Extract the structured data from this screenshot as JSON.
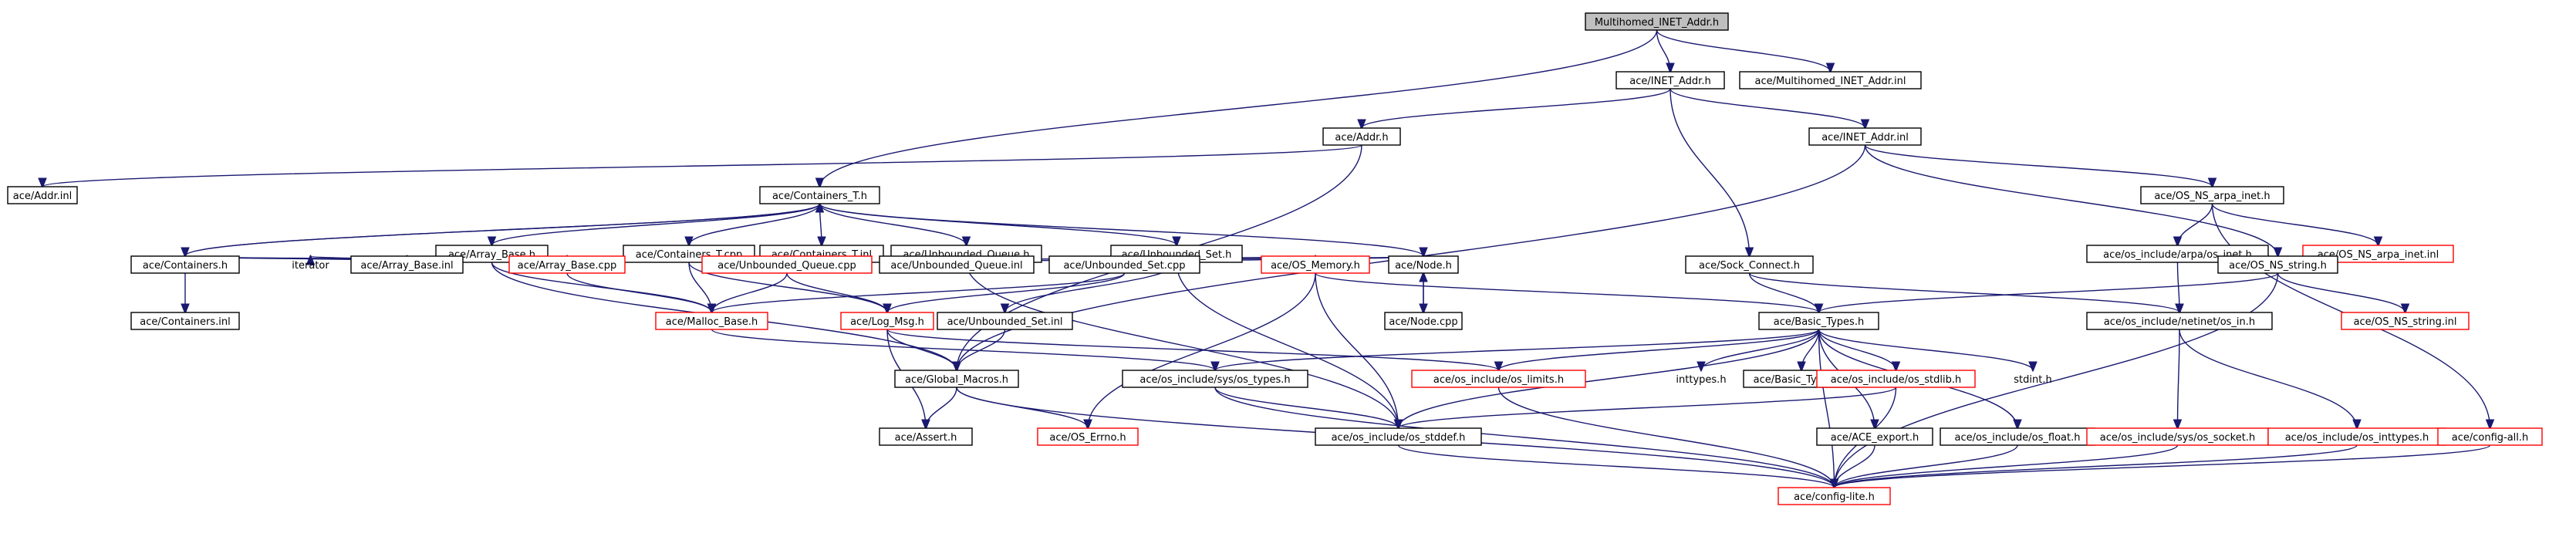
{
  "nodes": [
    {
      "id": "root",
      "label": "Multihomed_INET_Addr.h",
      "style": "root"
    },
    {
      "id": "inet_addr_h",
      "label": "ace/INET_Addr.h",
      "style": "black"
    },
    {
      "id": "multihomed_inl",
      "label": "ace/Multihomed_INET_Addr.inl",
      "style": "black"
    },
    {
      "id": "addr_h",
      "label": "ace/Addr.h",
      "style": "black"
    },
    {
      "id": "inet_addr_inl",
      "label": "ace/INET_Addr.inl",
      "style": "black"
    },
    {
      "id": "addr_inl",
      "label": "ace/Addr.inl",
      "style": "black"
    },
    {
      "id": "containers_t_h",
      "label": "ace/Containers_T.h",
      "style": "black"
    },
    {
      "id": "os_ns_arpa_inet_h",
      "label": "ace/OS_NS_arpa_inet.h",
      "style": "black"
    },
    {
      "id": "array_base_h",
      "label": "ace/Array_Base.h",
      "style": "black"
    },
    {
      "id": "containers_t_cpp",
      "label": "ace/Containers_T.cpp",
      "style": "black"
    },
    {
      "id": "containers_t_inl",
      "label": "ace/Containers_T.inl",
      "style": "black"
    },
    {
      "id": "unbounded_queue_h",
      "label": "ace/Unbounded_Queue.h",
      "style": "black"
    },
    {
      "id": "unbounded_set_h",
      "label": "ace/Unbounded_Set.h",
      "style": "black"
    },
    {
      "id": "os_include_arpa_inet_h",
      "label": "ace/os_include/arpa/os_inet.h",
      "style": "black"
    },
    {
      "id": "os_ns_arpa_inet_inl",
      "label": "ace/OS_NS_arpa_inet.inl",
      "style": "red"
    },
    {
      "id": "containers_h",
      "label": "ace/Containers.h",
      "style": "black"
    },
    {
      "id": "iterator",
      "label": "iterator",
      "style": "none"
    },
    {
      "id": "array_base_inl",
      "label": "ace/Array_Base.inl",
      "style": "black"
    },
    {
      "id": "array_base_cpp",
      "label": "ace/Array_Base.cpp",
      "style": "red"
    },
    {
      "id": "unbounded_queue_cpp",
      "label": "ace/Unbounded_Queue.cpp",
      "style": "red"
    },
    {
      "id": "unbounded_queue_inl",
      "label": "ace/Unbounded_Queue.inl",
      "style": "black"
    },
    {
      "id": "unbounded_set_cpp",
      "label": "ace/Unbounded_Set.cpp",
      "style": "black"
    },
    {
      "id": "os_memory_h",
      "label": "ace/OS_Memory.h",
      "style": "red"
    },
    {
      "id": "node_h",
      "label": "ace/Node.h",
      "style": "black"
    },
    {
      "id": "sock_connect_h",
      "label": "ace/Sock_Connect.h",
      "style": "black"
    },
    {
      "id": "os_ns_string_h",
      "label": "ace/OS_NS_string.h",
      "style": "black"
    },
    {
      "id": "containers_inl",
      "label": "ace/Containers.inl",
      "style": "black"
    },
    {
      "id": "malloc_base_h",
      "label": "ace/Malloc_Base.h",
      "style": "red"
    },
    {
      "id": "log_msg_h",
      "label": "ace/Log_Msg.h",
      "style": "red"
    },
    {
      "id": "unbounded_set_inl",
      "label": "ace/Unbounded_Set.inl",
      "style": "black"
    },
    {
      "id": "node_cpp",
      "label": "ace/Node.cpp",
      "style": "black"
    },
    {
      "id": "basic_types_h",
      "label": "ace/Basic_Types.h",
      "style": "black"
    },
    {
      "id": "os_include_netinet_in_h",
      "label": "ace/os_include/netinet/os_in.h",
      "style": "black"
    },
    {
      "id": "os_ns_string_inl",
      "label": "ace/OS_NS_string.inl",
      "style": "red"
    },
    {
      "id": "global_macros_h",
      "label": "ace/Global_Macros.h",
      "style": "black"
    },
    {
      "id": "os_include_sys_types_h",
      "label": "ace/os_include/sys/os_types.h",
      "style": "black"
    },
    {
      "id": "os_include_limits_h",
      "label": "ace/os_include/os_limits.h",
      "style": "red"
    },
    {
      "id": "inttypes_h",
      "label": "inttypes.h",
      "style": "none"
    },
    {
      "id": "basic_types_inl",
      "label": "ace/Basic_Types.inl",
      "style": "black"
    },
    {
      "id": "os_include_stdlib_h",
      "label": "ace/os_include/os_stdlib.h",
      "style": "red"
    },
    {
      "id": "stdint_h",
      "label": "stdint.h",
      "style": "none"
    },
    {
      "id": "assert_h",
      "label": "ace/Assert.h",
      "style": "black"
    },
    {
      "id": "os_errno_h",
      "label": "ace/OS_Errno.h",
      "style": "red"
    },
    {
      "id": "os_include_stddef_h",
      "label": "ace/os_include/os_stddef.h",
      "style": "black"
    },
    {
      "id": "ace_export_h",
      "label": "ace/ACE_export.h",
      "style": "black"
    },
    {
      "id": "os_include_float_h",
      "label": "ace/os_include/os_float.h",
      "style": "black"
    },
    {
      "id": "os_include_sys_socket_h",
      "label": "ace/os_include/sys/os_socket.h",
      "style": "red"
    },
    {
      "id": "os_include_inttypes_h",
      "label": "ace/os_include/os_inttypes.h",
      "style": "red"
    },
    {
      "id": "config_all_h",
      "label": "ace/config-all.h",
      "style": "red"
    },
    {
      "id": "config_lite_h",
      "label": "ace/config-lite.h",
      "style": "red"
    }
  ],
  "edges": [
    [
      "root",
      "inet_addr_h"
    ],
    [
      "root",
      "multihomed_inl"
    ],
    [
      "root",
      "containers_t_h"
    ],
    [
      "inet_addr_h",
      "addr_h"
    ],
    [
      "inet_addr_h",
      "inet_addr_inl"
    ],
    [
      "inet_addr_h",
      "sock_connect_h"
    ],
    [
      "addr_h",
      "addr_inl"
    ],
    [
      "addr_h",
      "global_macros_h"
    ],
    [
      "inet_addr_inl",
      "os_ns_arpa_inet_h"
    ],
    [
      "inet_addr_inl",
      "os_ns_string_h"
    ],
    [
      "inet_addr_inl",
      "global_macros_h"
    ],
    [
      "containers_t_h",
      "array_base_h"
    ],
    [
      "containers_t_h",
      "containers_t_cpp"
    ],
    [
      "containers_t_h",
      "containers_t_inl"
    ],
    [
      "containers_t_h",
      "unbounded_queue_h"
    ],
    [
      "containers_t_h",
      "unbounded_set_h"
    ],
    [
      "containers_t_h",
      "containers_h"
    ],
    [
      "containers_t_h",
      "node_h"
    ],
    [
      "array_base_h",
      "containers_h"
    ],
    [
      "array_base_h",
      "iterator"
    ],
    [
      "array_base_h",
      "array_base_inl"
    ],
    [
      "array_base_h",
      "array_base_cpp"
    ],
    [
      "array_base_h",
      "malloc_base_h"
    ],
    [
      "array_base_h",
      "global_macros_h"
    ],
    [
      "array_base_cpp",
      "array_base_h"
    ],
    [
      "array_base_cpp",
      "malloc_base_h"
    ],
    [
      "containers_t_cpp",
      "containers_h"
    ],
    [
      "containers_t_cpp",
      "malloc_base_h"
    ],
    [
      "containers_t_cpp",
      "log_msg_h"
    ],
    [
      "containers_t_cpp",
      "os_memory_h"
    ],
    [
      "containers_h",
      "containers_inl"
    ],
    [
      "containers_h",
      "containers_t_h"
    ],
    [
      "unbounded_queue_h",
      "unbounded_queue_cpp"
    ],
    [
      "unbounded_queue_h",
      "unbounded_queue_inl"
    ],
    [
      "unbounded_queue_h",
      "node_h"
    ],
    [
      "unbounded_queue_h",
      "os_include_stddef_h"
    ],
    [
      "unbounded_queue_cpp",
      "unbounded_queue_h"
    ],
    [
      "unbounded_queue_cpp",
      "malloc_base_h"
    ],
    [
      "unbounded_queue_cpp",
      "log_msg_h"
    ],
    [
      "unbounded_set_h",
      "unbounded_set_cpp"
    ],
    [
      "unbounded_set_h",
      "node_h"
    ],
    [
      "unbounded_set_h",
      "unbounded_set_inl"
    ],
    [
      "unbounded_set_h",
      "os_include_stddef_h"
    ],
    [
      "unbounded_set_cpp",
      "unbounded_set_h"
    ],
    [
      "unbounded_set_cpp",
      "malloc_base_h"
    ],
    [
      "unbounded_set_cpp",
      "log_msg_h"
    ],
    [
      "node_h",
      "node_cpp"
    ],
    [
      "node_cpp",
      "node_h"
    ],
    [
      "os_memory_h",
      "os_errno_h"
    ],
    [
      "os_memory_h",
      "os_include_stddef_h"
    ],
    [
      "os_memory_h",
      "basic_types_h"
    ],
    [
      "log_msg_h",
      "global_macros_h"
    ],
    [
      "log_msg_h",
      "assert_h"
    ],
    [
      "log_msg_h",
      "os_include_limits_h"
    ],
    [
      "unbounded_set_inl",
      "global_macros_h"
    ],
    [
      "malloc_base_h",
      "os_include_sys_types_h"
    ],
    [
      "global_macros_h",
      "assert_h"
    ],
    [
      "global_macros_h",
      "os_errno_h"
    ],
    [
      "global_macros_h",
      "config_lite_h"
    ],
    [
      "os_ns_arpa_inet_h",
      "os_include_arpa_inet_h"
    ],
    [
      "os_ns_arpa_inet_h",
      "os_ns_arpa_inet_inl"
    ],
    [
      "os_ns_arpa_inet_h",
      "config_all_h"
    ],
    [
      "os_ns_arpa_inet_inl",
      "os_ns_string_h"
    ],
    [
      "os_include_arpa_inet_h",
      "os_include_netinet_in_h"
    ],
    [
      "sock_connect_h",
      "basic_types_h"
    ],
    [
      "sock_connect_h",
      "os_include_netinet_in_h"
    ],
    [
      "os_ns_string_h",
      "basic_types_h"
    ],
    [
      "os_ns_string_h",
      "os_ns_string_inl"
    ],
    [
      "os_ns_string_h",
      "config_lite_h"
    ],
    [
      "os_include_netinet_in_h",
      "os_include_sys_socket_h"
    ],
    [
      "os_include_netinet_in_h",
      "os_include_inttypes_h"
    ],
    [
      "basic_types_h",
      "os_include_sys_types_h"
    ],
    [
      "basic_types_h",
      "os_include_limits_h"
    ],
    [
      "basic_types_h",
      "inttypes_h"
    ],
    [
      "basic_types_h",
      "basic_types_inl"
    ],
    [
      "basic_types_h",
      "os_include_stdlib_h"
    ],
    [
      "basic_types_h",
      "stdint_h"
    ],
    [
      "basic_types_h",
      "os_include_stddef_h"
    ],
    [
      "basic_types_h",
      "ace_export_h"
    ],
    [
      "basic_types_h",
      "os_include_float_h"
    ],
    [
      "basic_types_h",
      "config_lite_h"
    ],
    [
      "os_include_sys_types_h",
      "os_include_stddef_h"
    ],
    [
      "os_include_sys_types_h",
      "config_lite_h"
    ],
    [
      "os_include_limits_h",
      "config_lite_h"
    ],
    [
      "os_include_stdlib_h",
      "os_include_stddef_h"
    ],
    [
      "os_include_stdlib_h",
      "config_lite_h"
    ],
    [
      "os_include_stddef_h",
      "config_lite_h"
    ],
    [
      "ace_export_h",
      "config_lite_h"
    ],
    [
      "os_include_float_h",
      "config_lite_h"
    ],
    [
      "os_include_sys_socket_h",
      "config_lite_h"
    ],
    [
      "os_include_inttypes_h",
      "config_lite_h"
    ],
    [
      "config_all_h",
      "config_lite_h"
    ]
  ],
  "colors": {
    "edge": "#191970",
    "node_border": "#000000",
    "incomplete_border": "#ff0000",
    "root_fill": "#bfbfbf",
    "background": "#ffffff"
  }
}
